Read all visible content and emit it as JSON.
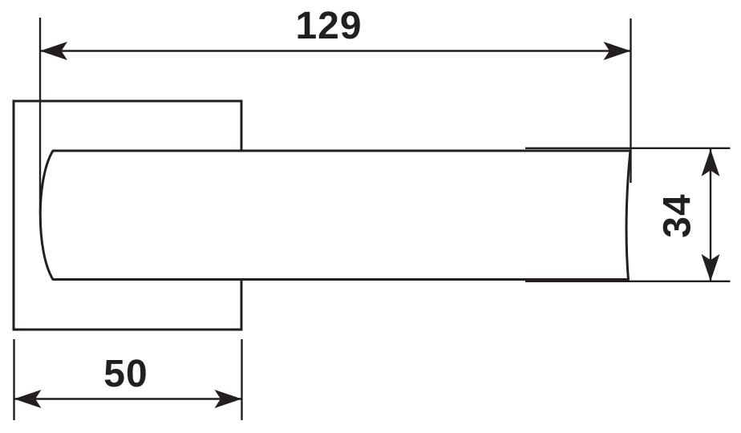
{
  "colors": {
    "line": "#231f20",
    "background": "#ffffff"
  },
  "drawing": {
    "description": "Dimensioned technical top view of a door lever handle on a square rose plate"
  },
  "dimensions": {
    "overall_length": {
      "label": "129"
    },
    "rose_width": {
      "label": "50"
    },
    "grip_height": {
      "label": "34"
    }
  }
}
